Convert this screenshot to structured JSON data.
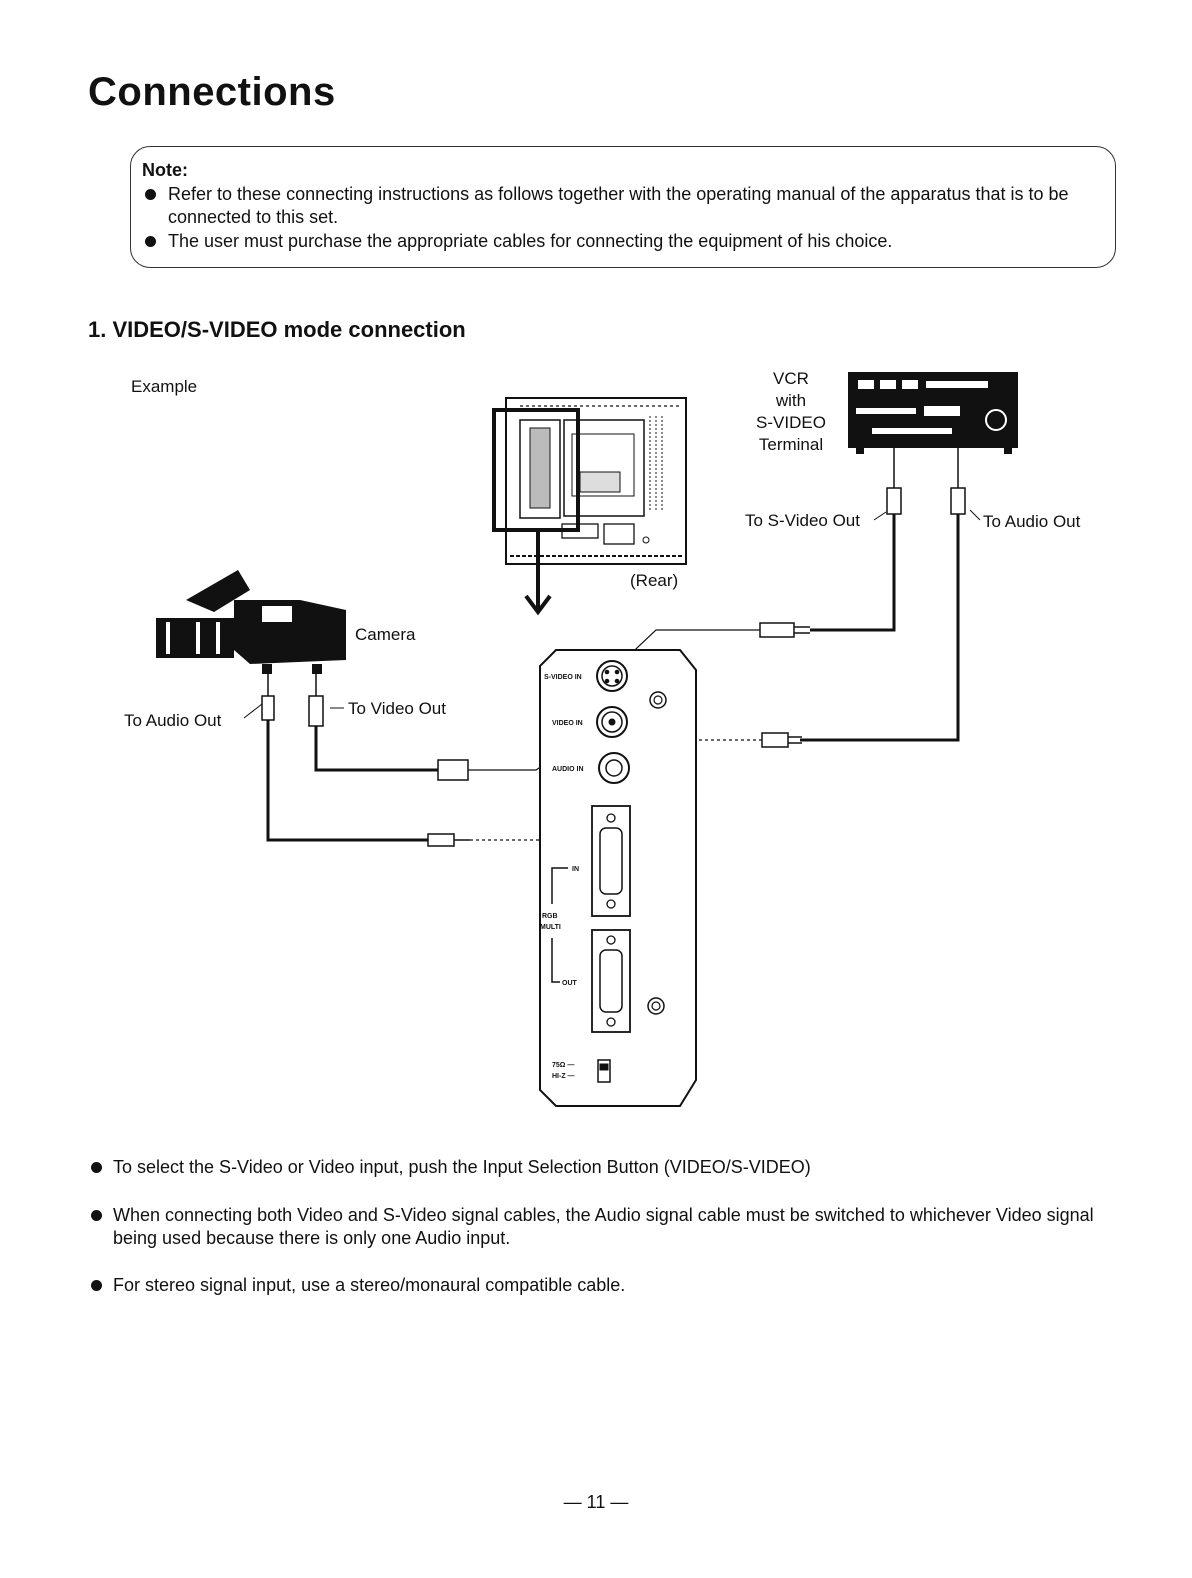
{
  "page": {
    "title": "Connections",
    "number": "— 11 —"
  },
  "note": {
    "title": "Note:",
    "items": [
      "Refer to these connecting instructions as follows together with the operating manual of the apparatus that is to be connected to this set.",
      "The user must purchase the appropriate cables for connecting the equipment of his choice."
    ]
  },
  "section": {
    "title": "1.  VIDEO/S-VIDEO mode connection"
  },
  "diagram": {
    "example": "Example",
    "vcr_lines": [
      "VCR",
      "with",
      "S-VIDEO",
      "Terminal"
    ],
    "rear": "(Rear)",
    "camera": "Camera",
    "to_audio_out_camera": "To Audio Out",
    "to_video_out": "To Video Out",
    "to_svideo_out": "To S-Video Out",
    "to_audio_out_vcr": "To Audio Out",
    "panel": {
      "svideo_in": "S-VIDEO IN",
      "video_in": "VIDEO IN",
      "audio_in": "AUDIO IN",
      "in": "IN",
      "rgb": "RGB",
      "multi": "MULTI",
      "out": "OUT",
      "ohm75": "75Ω —",
      "hiz": "HI-Z —"
    }
  },
  "instructions": [
    "To select the S-Video or Video input, push the Input Selection Button (VIDEO/S-VIDEO)",
    "When connecting both Video and S-Video signal cables, the Audio signal cable must be switched to whichever Video signal being used because there is only one Audio input.",
    "For stereo signal input, use a stereo/monaural compatible cable."
  ]
}
